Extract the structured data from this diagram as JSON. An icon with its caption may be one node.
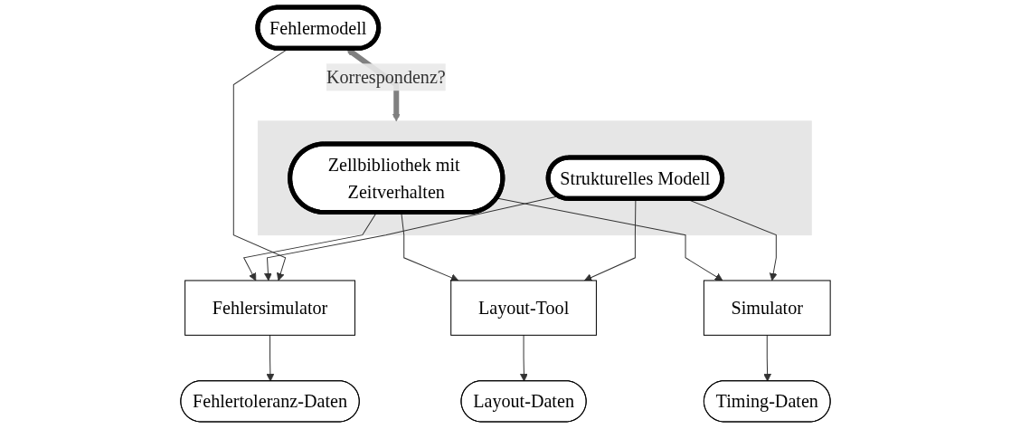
{
  "diagram": {
    "nodes": [
      {
        "text": [],
        "shape": "box"
      },
      {
        "text": [
          "Zellbibliothek mit Zeitverhalten"
        ],
        "in": 0
      },
      {
        "text": [
          "Strukturelles Modell"
        ],
        "in": 0
      },
      {
        "text": [
          "Fehlermodell"
        ]
      },
      {
        "text": [
          "Layout-Tool"
        ]
      },
      {
        "text": [
          "Simulator"
        ]
      },
      {
        "text": [
          "Fehlersimulator"
        ]
      },
      {
        "text": [
          "Layout-Daten"
        ]
      },
      {
        "text": [
          "Timing-Daten"
        ]
      },
      {
        "text": [
          "Fehlertoleranz-Daten"
        ]
      }
    ],
    "edges": [
      {
        "from": 0,
        "to": 3,
        "arrow": "both",
        "label": "Korrespondenz?",
        "style": "thick",
        "color": "#808080"
      },
      {
        "from": 1,
        "to": 4,
        "arrow": "to"
      },
      {
        "from": 1,
        "to": 5,
        "arrow": "to"
      },
      {
        "from": 1,
        "to": 6,
        "arrow": "to"
      },
      {
        "from": 2,
        "to": 4,
        "arrow": "to"
      },
      {
        "from": 2,
        "to": 5,
        "arrow": "to"
      },
      {
        "from": 2,
        "to": 6,
        "arrow": "to"
      },
      {
        "from": 3,
        "to": 6,
        "arrow": "to"
      },
      {
        "from": 4,
        "to": 7,
        "arrow": "to"
      },
      {
        "from": 5,
        "to": 8,
        "arrow": "to"
      },
      {
        "from": 6,
        "to": 9,
        "arrow": "to"
      }
    ]
  }
}
